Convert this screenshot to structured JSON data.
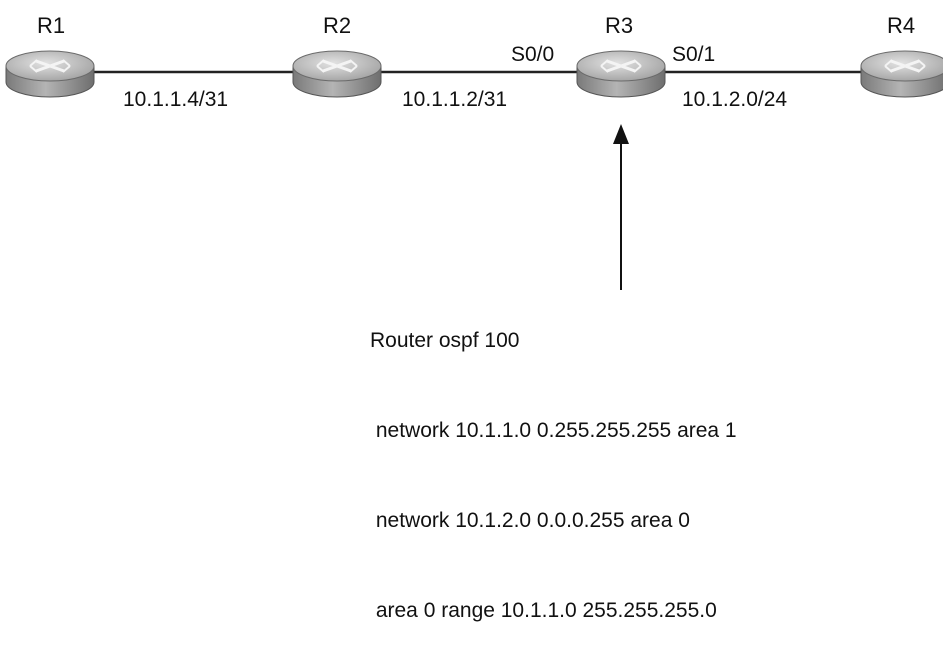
{
  "routers": [
    {
      "id": "r1",
      "name": "R1"
    },
    {
      "id": "r2",
      "name": "R2"
    },
    {
      "id": "r3",
      "name": "R3"
    },
    {
      "id": "r4",
      "name": "R4"
    }
  ],
  "links": {
    "r1_r2": "10.1.1.4/31",
    "r2_r3": "10.1.1.2/31",
    "r3_r4": "10.1.2.0/24"
  },
  "interfaces": {
    "r3_left": "S0/0",
    "r3_right": "S0/1"
  },
  "config": {
    "line1": "Router ospf 100",
    "line2": " network 10.1.1.0 0.255.255.255 area 1",
    "line3": " network 10.1.2.0 0.0.0.255 area 0",
    "line4": " area 0 range 10.1.1.0 255.255.255.0"
  },
  "colors": {
    "router_body": "#8f8f8f",
    "router_top": "#c9c9c9",
    "link": "#222222",
    "text": "#111111"
  }
}
